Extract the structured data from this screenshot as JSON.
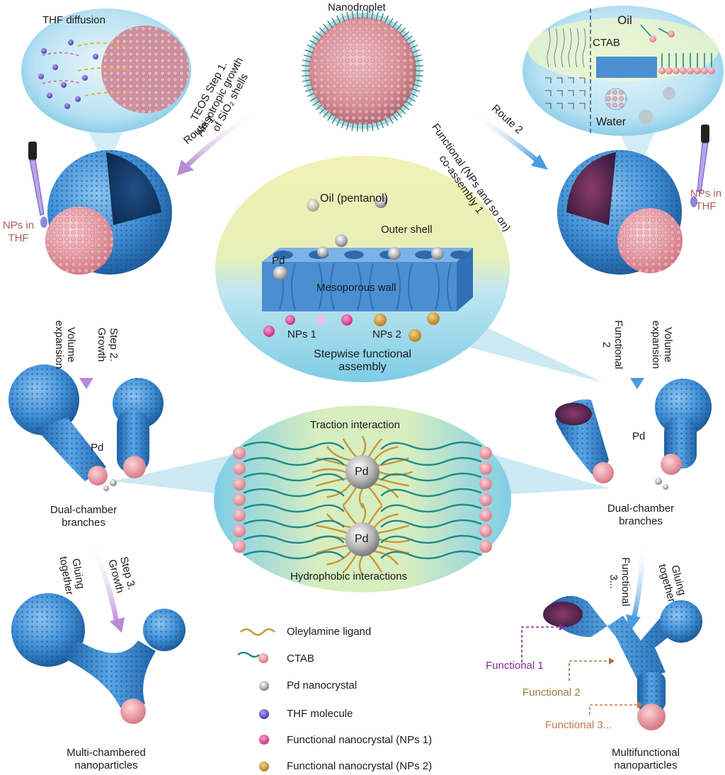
{
  "top": {
    "nanodroplet": "Nanodroplet"
  },
  "top_left_bubble": {
    "title": "THF diffusion"
  },
  "top_right_bubble": {
    "oil": "Oil",
    "ctab": "CTAB",
    "water": "Water"
  },
  "left": {
    "nps_in_thf": [
      "NPs in",
      "THF"
    ],
    "route": "Route 1",
    "step1": [
      "TEOS Step 1.",
      "Anisotropic growth",
      "of SiO₂ shells"
    ],
    "step2_left": [
      "Volume",
      "expansion"
    ],
    "step2_right": [
      "Step 2.",
      "Growth"
    ],
    "pd": "Pd",
    "dual_chamber": [
      "Dual-chamber",
      "branches"
    ],
    "step3_left": [
      "Gluing",
      "together"
    ],
    "step3_right": [
      "Step 3.",
      "Growth"
    ],
    "result": [
      "Multi-chambered",
      "nanoparticles"
    ]
  },
  "right": {
    "nps_in_thf": [
      "NPs in",
      "THF"
    ],
    "route": "Route 2",
    "functional1": [
      "Functional (NPs and so on)",
      "co-assembly 1"
    ],
    "step2_left": [
      "Functional",
      "2"
    ],
    "step2_right": [
      "Volume",
      "expansion"
    ],
    "pd": "Pd",
    "dual_chamber": [
      "Dual-chamber",
      "branches"
    ],
    "step3_left": [
      "Functional",
      "3..."
    ],
    "step3_right": [
      "Gluing",
      "together"
    ],
    "callouts": [
      "Functional 1",
      "Functional 2",
      "Functional 3..."
    ],
    "result": [
      "Multifunctional",
      "nanoparticles"
    ]
  },
  "center_top": {
    "oil": "Oil (pentanol)",
    "pd": "Pd",
    "outer_shell": "Outer shell",
    "wall": "Mesoporous wall",
    "nps1": "NPs 1",
    "nps2": "NPs 2",
    "caption": [
      "Stepwise functional",
      "assembly"
    ]
  },
  "center_bottom": {
    "traction": "Traction interaction",
    "hydrophobic": "Hydrophobic interactions",
    "pd1": "Pd",
    "pd2": "Pd"
  },
  "legend": [
    {
      "label": "Oleylamine ligand",
      "icon": "oleylamine-ligand-icon"
    },
    {
      "label": "CTAB",
      "icon": "ctab-icon"
    },
    {
      "label": "Pd nanocrystal",
      "icon": "pd-nanocrystal-icon"
    },
    {
      "label": "THF molecule",
      "icon": "thf-molecule-icon"
    },
    {
      "label": "Functional nanocrystal (NPs 1)",
      "icon": "nps1-icon"
    },
    {
      "label": "Functional nanocrystal (NPs 2)",
      "icon": "nps2-icon"
    }
  ],
  "colors": {
    "silica_blue": "#3f8fd6",
    "ctab_pink": "#e8a3a8",
    "pd_gray": "#9a9a9a",
    "thf_purple": "#6a52c8",
    "nps1_magenta": "#e0509f",
    "nps2_gold": "#d9a43a",
    "route1_arrow": "#b98ad6",
    "route2_arrow": "#4a9be0",
    "functional1": "#8a2b8f",
    "functional2": "#a0783e",
    "functional3": "#c47a4a",
    "nps_thf_text": "#b05a5a"
  }
}
